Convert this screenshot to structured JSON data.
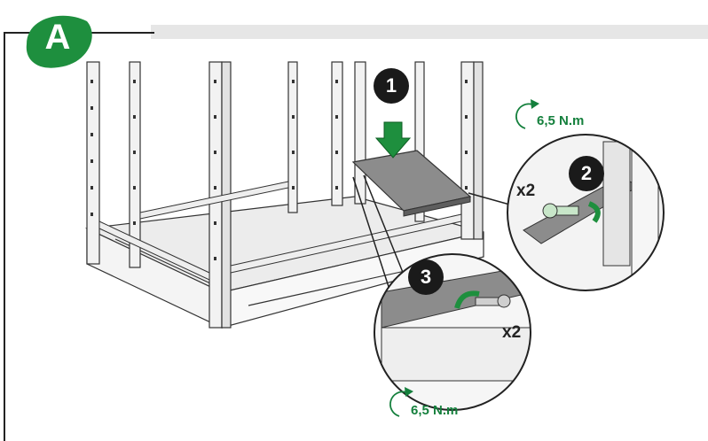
{
  "step_badge": "A",
  "steps": [
    {
      "number": "1"
    },
    {
      "number": "2"
    },
    {
      "number": "3"
    }
  ],
  "torque_top": "6,5 N.m",
  "torque_bottom": "6,5 N.m",
  "quantity_detail_2": "x2",
  "quantity_detail_3": "x2",
  "colors": {
    "accent_green": "#1e8f3e",
    "torque_green": "#15803d",
    "badge_black": "#1a1a1a",
    "panel_gray": "#8c8c8c"
  }
}
